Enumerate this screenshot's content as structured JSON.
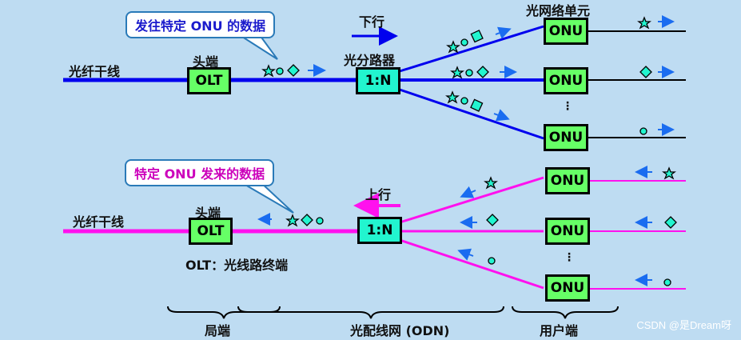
{
  "colors": {
    "background": "#bedcf2",
    "downstream": "#0000ee",
    "upstream": "#ff11ee",
    "device_fill": "#66ff66",
    "splitter_fill": "#22f5cf",
    "packet_arrow": "#1a6cf0",
    "callout_border": "#2a7ab8"
  },
  "downstream": {
    "callout": "发往特定 ONU 的数据",
    "callout_color": "#1a1acc",
    "direction_label": "下行",
    "trunk_label": "光纤干线",
    "headend_label": "头端",
    "olt": "OLT",
    "splitter_label": "光分路器",
    "splitter": "1:N",
    "onu_group_label": "光网络单元",
    "onus": [
      "ONU",
      "ONU",
      "ONU"
    ],
    "ellipsis": "⋮"
  },
  "upstream": {
    "callout": "特定 ONU 发来的数据",
    "callout_color": "#cc00bb",
    "direction_label": "上行",
    "trunk_label": "光纤干线",
    "headend_label": "头端",
    "olt": "OLT",
    "olt_caption": "OLT：光线路终端",
    "splitter": "1:N",
    "onus": [
      "ONU",
      "ONU",
      "ONU"
    ],
    "ellipsis": "⋮"
  },
  "sections": [
    "局端",
    "光配线网 (ODN)",
    "用户端"
  ],
  "watermark": "CSDN @是Dream呀"
}
